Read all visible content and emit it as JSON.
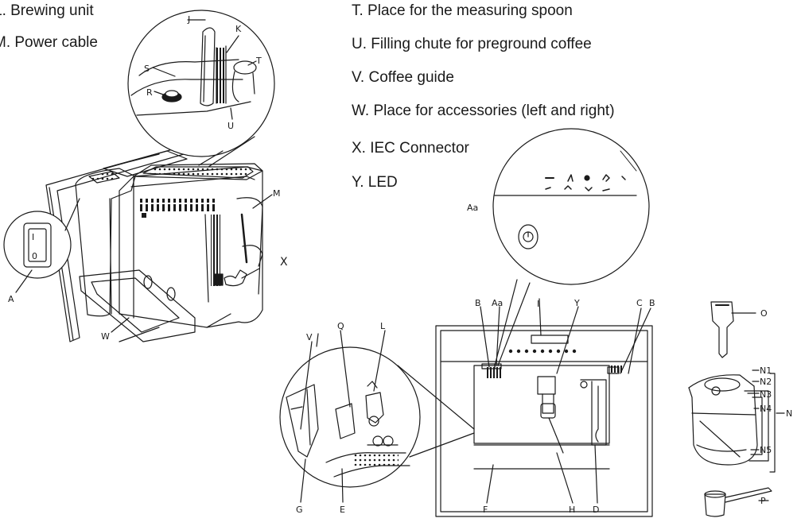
{
  "legend": {
    "L": "L. Brewing unit",
    "M": "M. Power cable",
    "T": "T. Place for the measuring spoon",
    "U": "U. Filling chute for preground coffee",
    "V": "V. Coffee guide",
    "W": "W. Place for accessories (left and right)",
    "X": "X. IEC Connector",
    "Y": "Y. LED"
  },
  "callouts": {
    "J": "J",
    "K": "K",
    "S": "S",
    "T": "T",
    "R": "R",
    "U": "U",
    "M": "M",
    "X": "X",
    "A": "A",
    "W": "W",
    "Aa": "Aa",
    "B": "B",
    "I": "I",
    "Y": "Y",
    "C": "C",
    "Q": "Q",
    "V": "V",
    "L": "L",
    "G": "G",
    "E": "E",
    "F": "F",
    "H": "H",
    "D": "D",
    "O": "O",
    "N": "N",
    "N1": "N1",
    "N2": "N2",
    "N3": "N3",
    "N4": "N4",
    "N5": "N5",
    "P": "P",
    "switch_on": "I",
    "switch_off": "0"
  }
}
